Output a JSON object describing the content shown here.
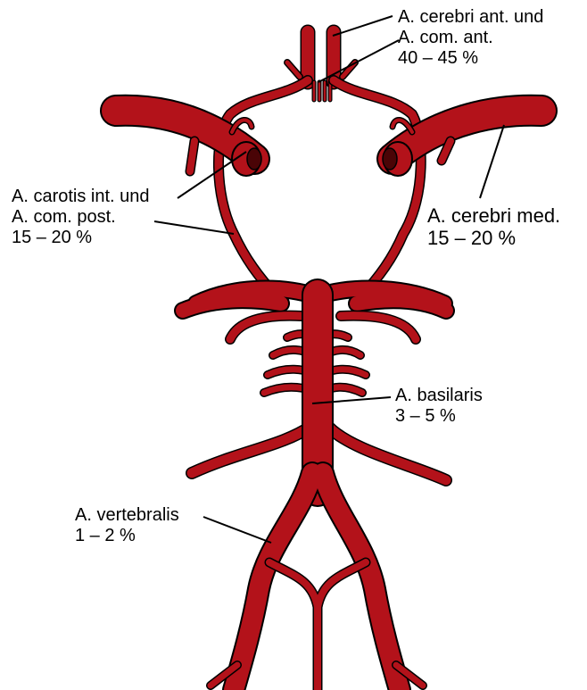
{
  "colors": {
    "artery_fill": "#b3121a",
    "artery_outline": "#000000",
    "lumen": "#4a0406",
    "leader": "#000000"
  },
  "labels": {
    "anterior": {
      "line1": "A. cerebri ant. und",
      "line2": "A. com. ant.",
      "line3": "40 – 45 %"
    },
    "carotis": {
      "line1": "A. carotis int. und",
      "line2": "A. com. post.",
      "line3": "15 – 20 %"
    },
    "media": {
      "line1": "A. cerebri med.",
      "line2": "15 – 20 %"
    },
    "basilaris": {
      "line1": "A. basilaris",
      "line2": "3 – 5 %"
    },
    "vertebralis": {
      "line1": "A. vertebralis",
      "line2": "1 – 2 %"
    }
  }
}
